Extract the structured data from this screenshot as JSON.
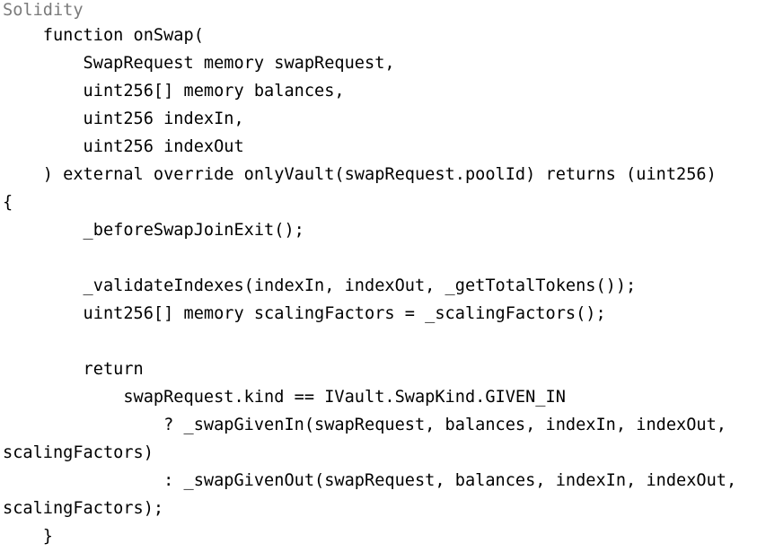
{
  "language_label": "Solidity",
  "code_lines": [
    "    function onSwap(",
    "        SwapRequest memory swapRequest,",
    "        uint256[] memory balances,",
    "        uint256 indexIn,",
    "        uint256 indexOut",
    "    ) external override onlyVault(swapRequest.poolId) returns (uint256)",
    "{",
    "        _beforeSwapJoinExit();",
    "",
    "        _validateIndexes(indexIn, indexOut, _getTotalTokens());",
    "        uint256[] memory scalingFactors = _scalingFactors();",
    "",
    "        return",
    "            swapRequest.kind == IVault.SwapKind.GIVEN_IN",
    "                ? _swapGivenIn(swapRequest, balances, indexIn, indexOut,",
    "scalingFactors)",
    "                : _swapGivenOut(swapRequest, balances, indexIn, indexOut,",
    "scalingFactors);",
    "    }"
  ],
  "colors": {
    "background": "#ffffff",
    "code_text": "#000000",
    "label_text": "#7a7a7a"
  }
}
